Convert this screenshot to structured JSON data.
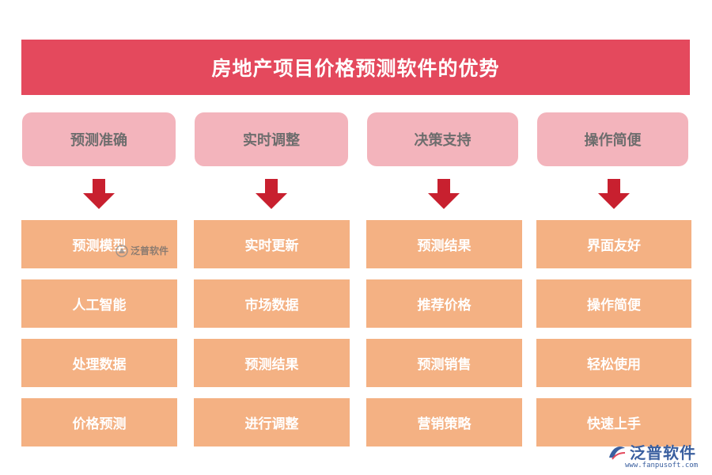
{
  "title": "房地产项目价格预测软件的优势",
  "columns": [
    {
      "header": "预测准确",
      "items": [
        "预测模型",
        "人工智能",
        "处理数据",
        "价格预测"
      ]
    },
    {
      "header": "实时调整",
      "items": [
        "实时更新",
        "市场数据",
        "预测结果",
        "进行调整"
      ]
    },
    {
      "header": "决策支持",
      "items": [
        "预测结果",
        "推荐价格",
        "预测销售",
        "营销策略"
      ]
    },
    {
      "header": "操作简便",
      "items": [
        "界面友好",
        "操作简便",
        "轻松使用",
        "快速上手"
      ]
    }
  ],
  "watermark": {
    "name": "泛普软件"
  },
  "logo": {
    "name": "泛普软件",
    "url": "www.fanpusoft.com"
  },
  "colors": {
    "title_bg": "#e4495d",
    "header_bg": "#f3b4bc",
    "item_bg": "#f4b183",
    "arrow": "#c8202f"
  }
}
